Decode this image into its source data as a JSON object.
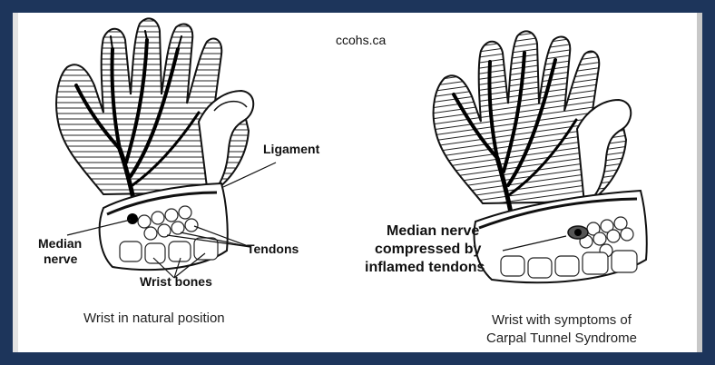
{
  "watermark": "ccohs.ca",
  "left": {
    "ligament": "Ligament",
    "median_line1": "Median",
    "median_line2": "nerve",
    "tendons": "Tendons",
    "wrist_bones": "Wrist bones",
    "caption": "Wrist in natural position"
  },
  "right": {
    "callout_line1": "Median nerve",
    "callout_line2": "compressed by",
    "callout_line3": "inflamed tendons",
    "caption_line1": "Wrist with symptoms of",
    "caption_line2": "Carpal Tunnel Syndrome"
  },
  "colors": {
    "border": "#1d355b",
    "ink": "#111111",
    "panel": "#ffffff"
  }
}
